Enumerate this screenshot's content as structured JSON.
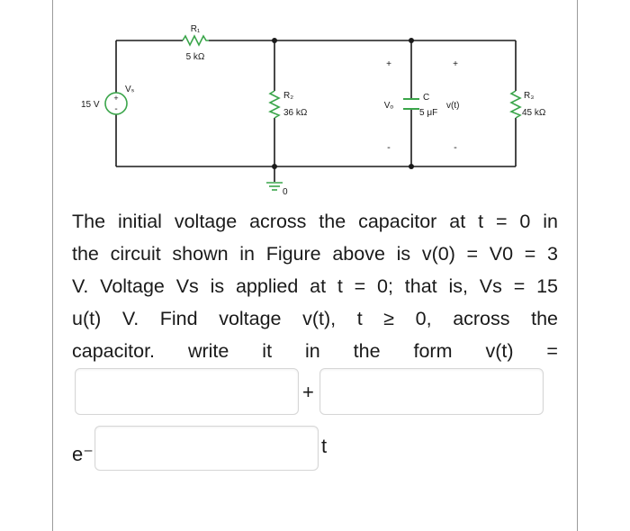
{
  "circuit": {
    "r1_label": "R₁",
    "r1_value": "5 kΩ",
    "source_value": "15 V",
    "source_label": "Vₛ",
    "r2_label": "R₂",
    "r2_value": "36 kΩ",
    "vo_label": "Vₒ",
    "cap_label": "C",
    "cap_value": "5 μF",
    "vt_label": "v(t)",
    "r3_label": "R₃",
    "r3_value": "45 kΩ",
    "plus_sign": "+",
    "minus_sign": "-",
    "ground_label": "0"
  },
  "problem": {
    "line1": "The initial voltage across the capacitor at t = 0 in",
    "line2": "the circuit shown in Figure above  is v(0) = V0 = 3",
    "line3": "V. Voltage Vs is applied at t = 0; that is, Vs = 15",
    "line4": "u(t) V. Find voltage v(t), t ≥ 0, across the",
    "line5": "capacitor. write it in the form v(t) ="
  },
  "answer": {
    "plus_operator": "+",
    "exp_prefix": "e⁻",
    "t_suffix": "t",
    "field1_value": "",
    "field2_value": "",
    "field3_value": ""
  }
}
